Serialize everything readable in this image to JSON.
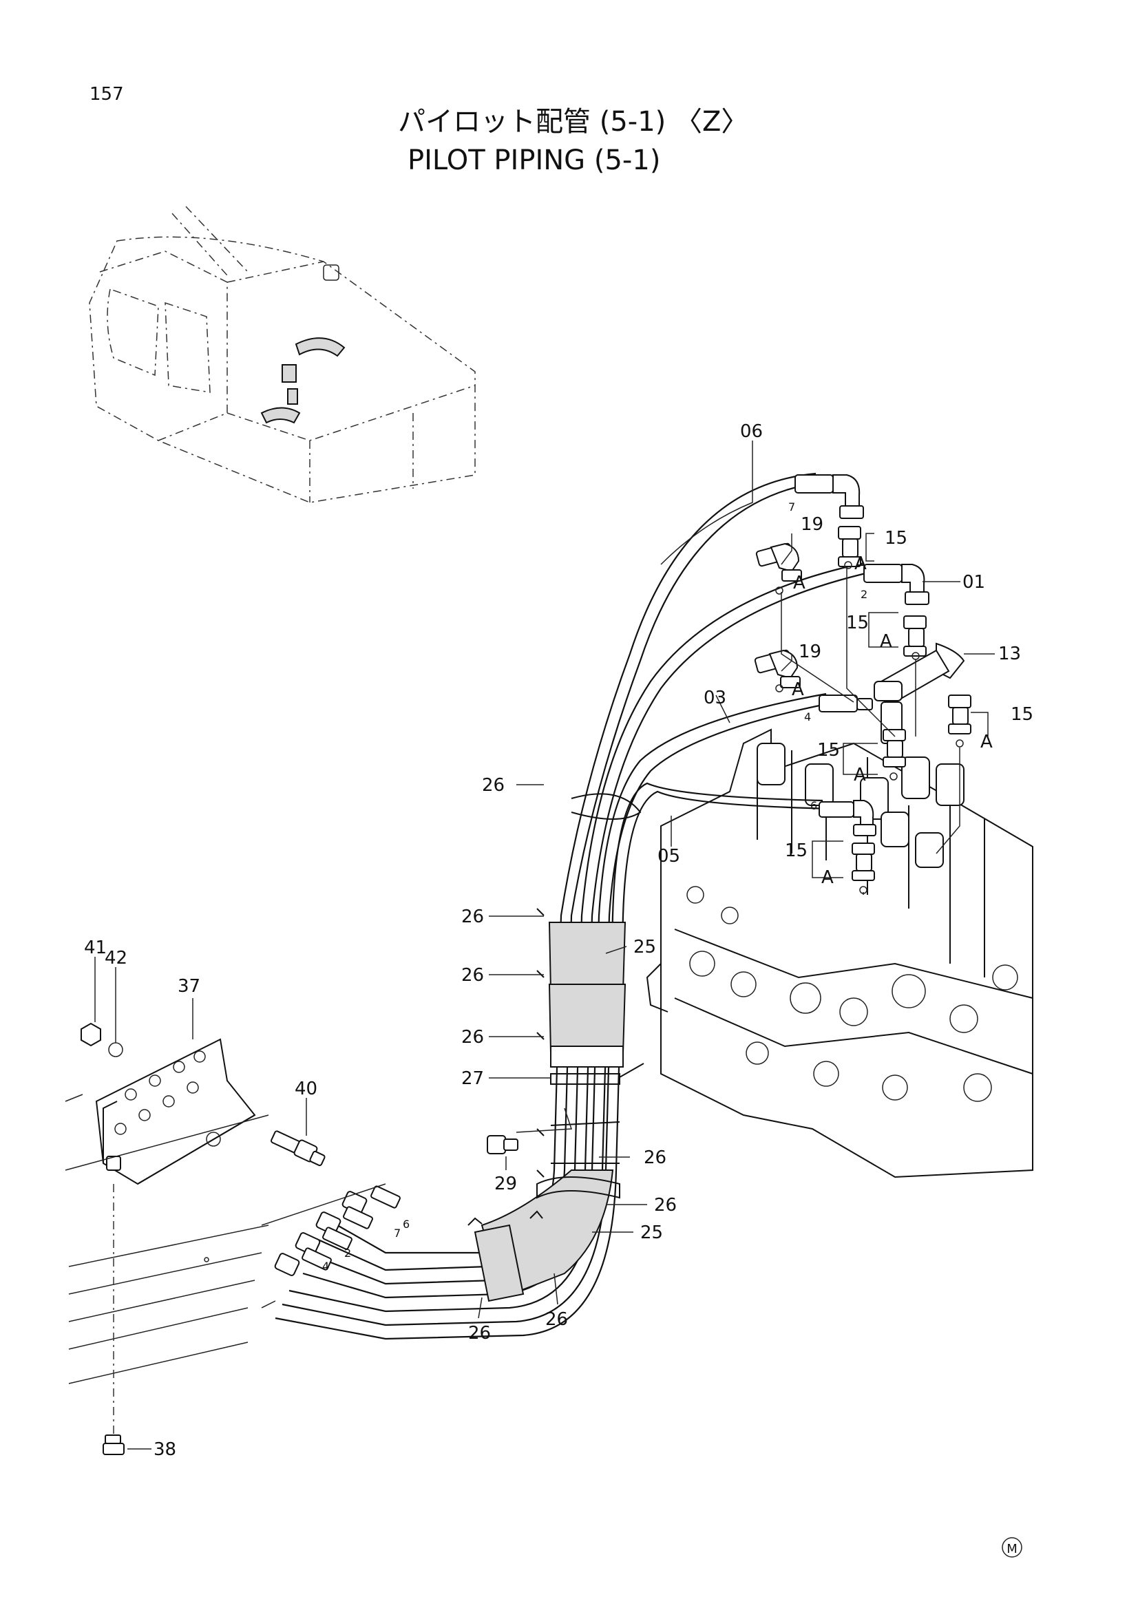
{
  "page_number": "157",
  "title_jp": "パイロット配管 (5-1) 〈Z〉",
  "title_en": "PILOT PIPING (5-1)",
  "corner_mark": "M",
  "port_label": "A",
  "hose_numbers": [
    "7",
    "2",
    "4",
    "6",
    "7",
    "2",
    "6",
    "4"
  ],
  "callouts": [
    "157",
    "06",
    "19",
    "15",
    "01",
    "15",
    "13",
    "19",
    "03",
    "15",
    "15",
    "26",
    "05",
    "15",
    "26",
    "25",
    "41",
    "42",
    "37",
    "26",
    "26",
    "27",
    "40",
    "29",
    "26",
    "26",
    "25",
    "26",
    "26",
    "38"
  ],
  "labels": {
    "p06": "06",
    "p19a": "19",
    "p15a": "15",
    "p01": "01",
    "p15b": "15",
    "p13": "13",
    "p19b": "19",
    "p03": "03",
    "p15c": "15",
    "p15d": "15",
    "p26a": "26",
    "p05": "05",
    "p15e": "15",
    "p26b": "26",
    "p25a": "25",
    "p41": "41",
    "p42": "42",
    "p37": "37",
    "p26c": "26",
    "p26d": "26",
    "p27": "27",
    "p40": "40",
    "p29": "29",
    "p26e": "26",
    "p26f": "26",
    "p25b": "25",
    "p26g": "26",
    "p26h": "26",
    "p38": "38"
  }
}
